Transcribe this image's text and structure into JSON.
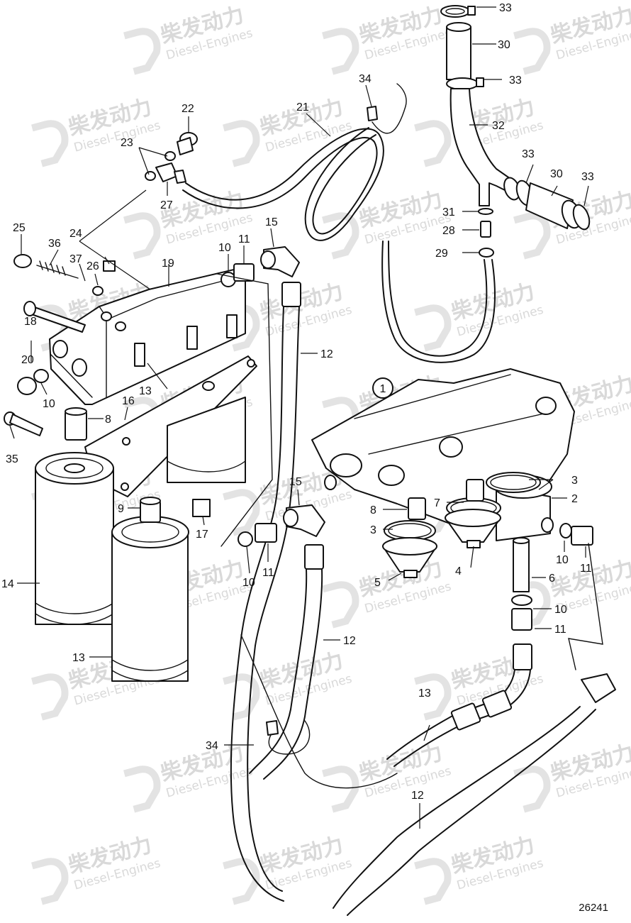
{
  "drawing_number": "26241",
  "group_marker": "1",
  "watermark": {
    "line1": "柴发动力",
    "line2": "Diesel-Engines"
  },
  "callouts": {
    "c1": "1",
    "c2": "2",
    "c3": "3",
    "c4": "4",
    "c5": "5",
    "c6": "6",
    "c7": "7",
    "c8": "8",
    "c9": "9",
    "c10": "10",
    "c11": "11",
    "c12": "12",
    "c13": "13",
    "c14": "14",
    "c15": "15",
    "c16": "16",
    "c17": "17",
    "c18": "18",
    "c19": "19",
    "c20": "20",
    "c21": "21",
    "c22": "22",
    "c23": "23",
    "c24": "24",
    "c25": "25",
    "c26": "26",
    "c27": "27",
    "c28": "28",
    "c29": "29",
    "c30": "30",
    "c31": "31",
    "c32": "32",
    "c33": "33",
    "c34": "34",
    "c35": "35",
    "c36": "36",
    "c37": "37"
  }
}
